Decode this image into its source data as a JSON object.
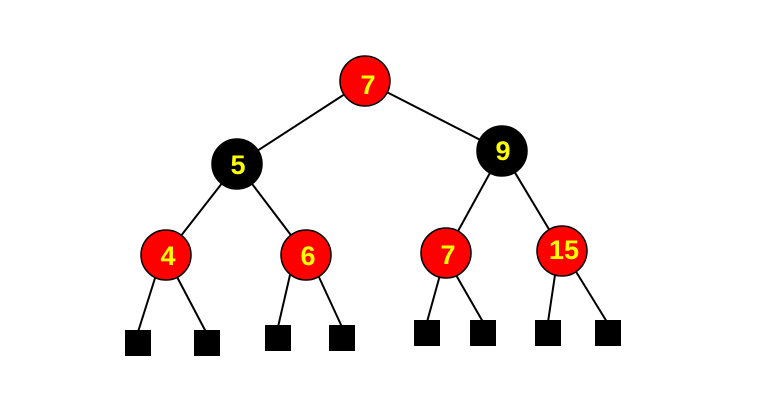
{
  "colors": {
    "red": "#ff0000",
    "black": "#000000",
    "label": "#ffff00",
    "outline": "#000000",
    "edge": "#000000"
  },
  "tree": {
    "nodes": [
      {
        "id": "n7root",
        "label": "7",
        "color": "red"
      },
      {
        "id": "n5",
        "label": "5",
        "color": "black"
      },
      {
        "id": "n9",
        "label": "9",
        "color": "black"
      },
      {
        "id": "n4",
        "label": "4",
        "color": "red"
      },
      {
        "id": "n6",
        "label": "6",
        "color": "red"
      },
      {
        "id": "n7b",
        "label": "7",
        "color": "red"
      },
      {
        "id": "n15",
        "label": "15",
        "color": "red"
      }
    ],
    "leaves_count": 8
  }
}
